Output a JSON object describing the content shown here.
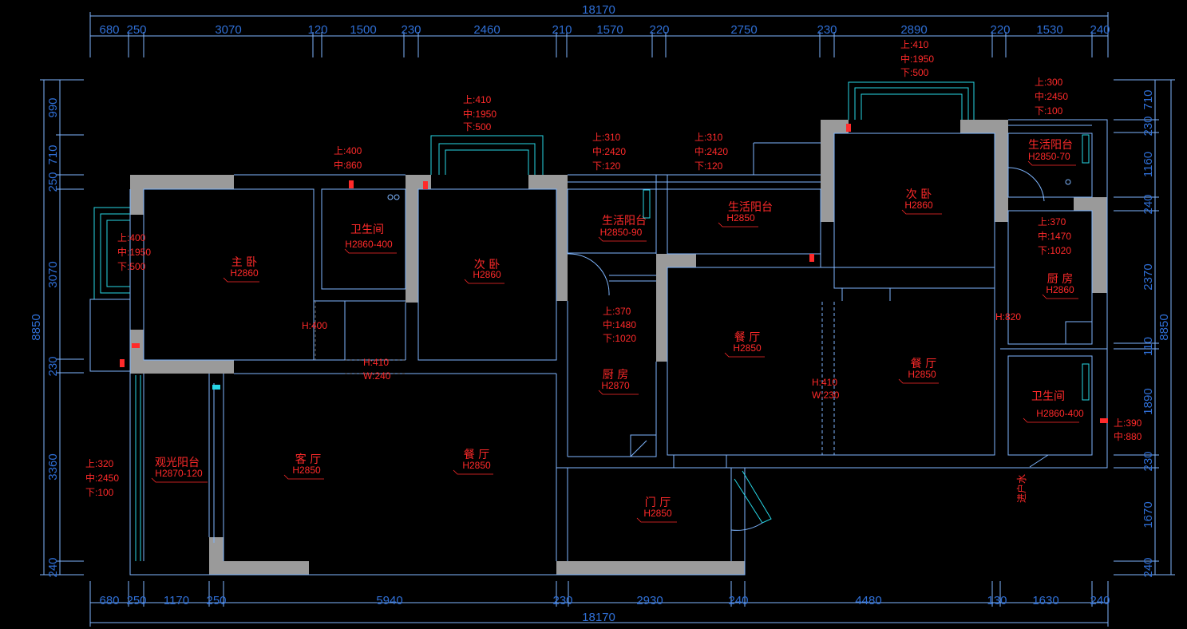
{
  "top_dims": {
    "total": "18170",
    "segments": [
      "680",
      "250",
      "3070",
      "120",
      "1500",
      "230",
      "2460",
      "210",
      "1570",
      "220",
      "2750",
      "230",
      "2890",
      "220",
      "1530",
      "240"
    ]
  },
  "bottom_dims": {
    "total": "18170",
    "segments": [
      "680",
      "250",
      "1170",
      "250",
      "5940",
      "230",
      "2930",
      "240",
      "4480",
      "130",
      "1630",
      "240"
    ]
  },
  "left_dims": {
    "total": "8850",
    "segments": [
      "990",
      "710",
      "250",
      "3070",
      "230",
      "3360",
      "240"
    ]
  },
  "right_dims": {
    "total": "8850",
    "segments": [
      "710",
      "230",
      "1160",
      "240",
      "2370",
      "110",
      "1890",
      "230",
      "1670",
      "240"
    ]
  },
  "rooms": {
    "master_bed": {
      "name": "主 卧",
      "h": "H2860"
    },
    "bath1": {
      "name": "卫生间",
      "h": "H2860-400"
    },
    "bed2": {
      "name": "次 卧",
      "h": "H2860"
    },
    "balcony_left": {
      "name": "生活阳台",
      "h": "H2850-90"
    },
    "balcony_mid": {
      "name": "生活阳台",
      "h": "H2850"
    },
    "bed3": {
      "name": "次 卧",
      "h": "H2860"
    },
    "balcony_right": {
      "name": "生活阳台",
      "h": "H2850-70"
    },
    "kitchen_right": {
      "name": "厨 房",
      "h": "H2860"
    },
    "kitchen_mid": {
      "name": "厨 房",
      "h": "H2870"
    },
    "dining_mid": {
      "name": "餐 厅",
      "h": "H2850"
    },
    "dining_right": {
      "name": "餐 厅",
      "h": "H2850"
    },
    "dining_left": {
      "name": "餐 厅",
      "h": "H2850"
    },
    "living": {
      "name": "客 厅",
      "h": "H2850"
    },
    "view_balcony": {
      "name": "观光阳台",
      "h": "H2870-120"
    },
    "foyer": {
      "name": "门 厅",
      "h": "H2850"
    },
    "bath2": {
      "name": "卫生间",
      "h": "H2860-400"
    }
  },
  "windows": {
    "w_left": [
      "上:400",
      "中:1950",
      "下:500"
    ],
    "w_bath1": [
      "上:400",
      "中:860"
    ],
    "w_bed2": [
      "上:410",
      "中:1950",
      "下:500"
    ],
    "w_bal1": [
      "上:310",
      "中:2420",
      "下:120"
    ],
    "w_bal2": [
      "上:310",
      "中:2420",
      "下:120"
    ],
    "w_bed3": [
      "上:410",
      "中:1950",
      "下:500"
    ],
    "w_balr": [
      "上:300",
      "中:2450",
      "下:100"
    ],
    "w_kitr": [
      "上:370",
      "中:1470",
      "下:1020"
    ],
    "w_kitm": [
      "上:370",
      "中:1480",
      "下:1020"
    ],
    "w_view": [
      "上:320",
      "中:2450",
      "下:100"
    ],
    "w_bath2": [
      "上:390",
      "中:880"
    ]
  },
  "notes": {
    "h400": "H:400",
    "opening1_h": "H:410",
    "opening1_w": "W:240",
    "opening2_h": "H:410",
    "opening2_w": "W:230",
    "h820": "H:820",
    "water_inlet": "进户水"
  }
}
